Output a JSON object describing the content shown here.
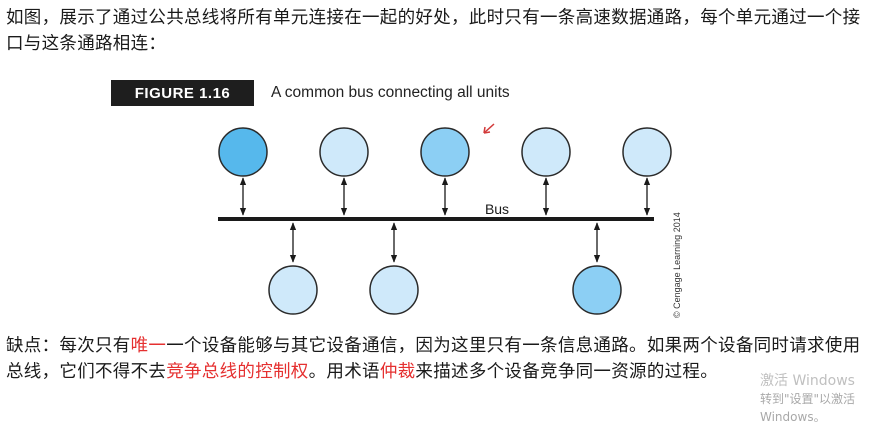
{
  "intro_text": "如图，展示了通过公共总线将所有单元连接在一起的好处，此时只有一条高速数据通路，每个单元通过一个接口与这条通路相连：",
  "figure": {
    "label": "FIGURE 1.16",
    "caption": "A common bus connecting all units",
    "bus_label": "Bus",
    "copyright": "© Cengage Learning 2014"
  },
  "cons": {
    "p1": "缺点：每次只有",
    "h1": "唯一",
    "p2": "一个设备能够与其它设备通信，因为这里只有一条信息通路。如果两个设备同时请求使用总线，它们不得不去",
    "h2": "竞争总线的控制权",
    "p3": "。用术语",
    "h3": "仲裁",
    "p4": "来描述多个设备竞争同一资源的过程。"
  },
  "watermark": {
    "line1": "激活 Windows",
    "line2": "转到\"设置\"以激活 Windows。"
  },
  "colors": {
    "bus": "#1a1a1a",
    "node_dark": "#56b8ec",
    "node_mid": "#8ccff4",
    "node_light": "#cfe9fa",
    "highlight": "#e53030"
  }
}
